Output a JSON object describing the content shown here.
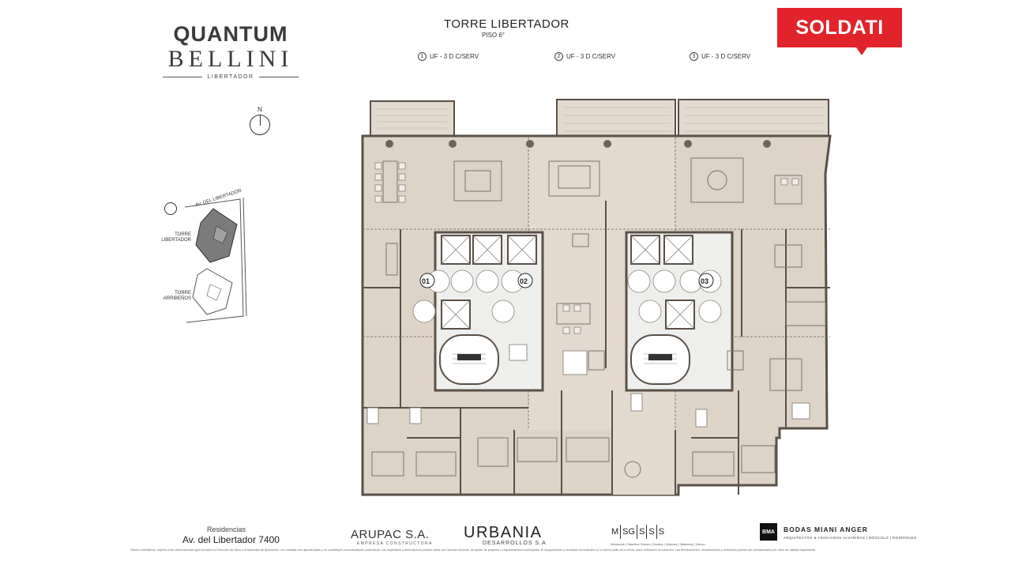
{
  "brand": {
    "project_line1": "QUANTUM",
    "project_line2": "BELLINI",
    "project_sub": "LIBERTADOR",
    "agency": "SOLDATI"
  },
  "header": {
    "title": "TORRE  LIBERTADOR",
    "floor": "PISO 6°",
    "units": [
      {
        "num": "1",
        "label": "UF - 3 D C/SERV"
      },
      {
        "num": "2",
        "label": "UF - 3 D C/SERV"
      },
      {
        "num": "3",
        "label": "UF - 3 D C/SERV"
      }
    ]
  },
  "north_label": "N",
  "location_map": {
    "avenue": "AV. DEL LIBERTADOR",
    "tower1": "TORRE\nLIBERTADOR",
    "tower2": "TORRE\nARRIBEÑOS"
  },
  "plan": {
    "unit_tags": [
      "01",
      "02",
      "03"
    ]
  },
  "footer": {
    "res_label": "Residencias",
    "address": "Av. del Libertador  7400",
    "builder": "ARUPAC S.A.",
    "builder_sub": "EMPRESA CONSTRUCTORA",
    "developer": "URBANIA",
    "developer_sub": "DESARROLLOS  S.A",
    "msg_letters": [
      "M",
      "SG",
      "S",
      "S",
      "S"
    ],
    "msg_sub": "Mamonde | Sánchez Gómez | Santos | Solsona | Salaberry | Visuzo",
    "architect_logo": "BMA",
    "architect_name": "BODAS  MIANI  ANGER",
    "architect_sub": "ARQUITECTOS & ASOCIADOS   ALVARIÑAS | BÓSCOLO | RODRÍGUEZ",
    "disclaimer": "Planos orientativos, sujetos a las observaciones que formulen la Dirección de Obra y la Autoridad de Aplicación. Las medidas son aproximadas y no constituyen documentación contractual. Las superficies y dimensiones pueden variar por razones técnicas, de ajuste de proyecto o requerimientos municipales. El equipamiento y mobiliario es ilustrativo y no forma parte de la venta, salvo indicación en contrario. Las terminaciones, revestimientos y artefactos podrán ser reemplazados por otros de calidad equivalente."
  },
  "colors": {
    "wall": "#5a5048",
    "floor": "#ddd3c7",
    "floor_alt": "#e3dacf",
    "core": "#eeeeec",
    "accent": "#e2232b"
  }
}
